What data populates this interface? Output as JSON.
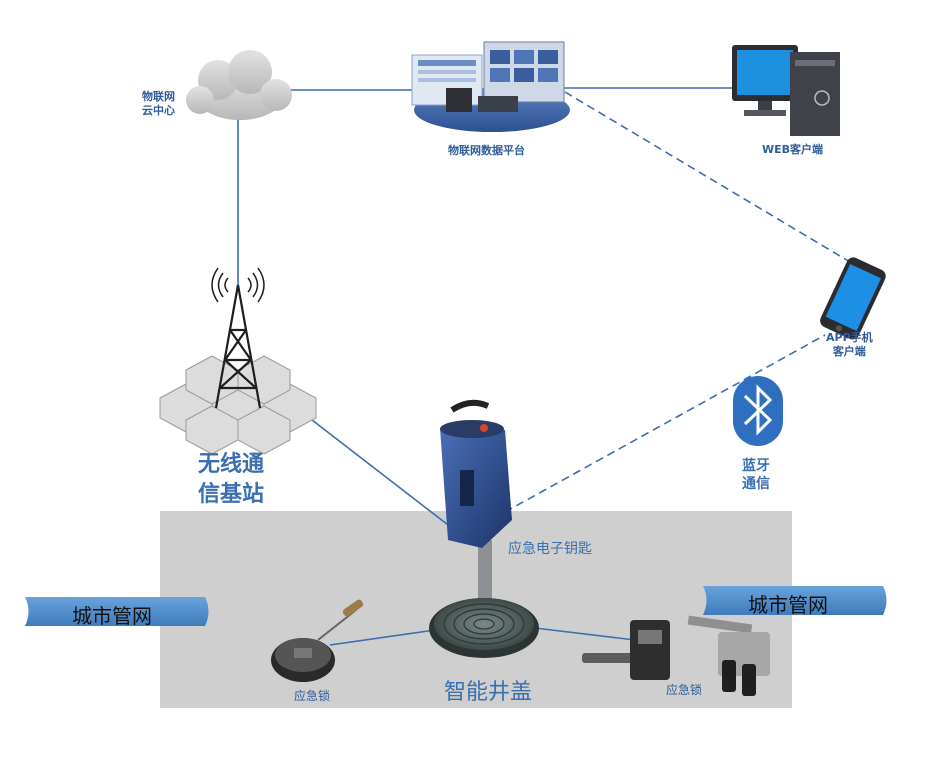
{
  "labels": {
    "iot_cloud_line1": "物联网",
    "iot_cloud_line2": "云中心",
    "iot_platform": "物联网数据平台",
    "web_client": "WEB客户端",
    "app_client_line1": "APP手机",
    "app_client_line2": "客户端",
    "base_station_line1": "无线通",
    "base_station_line2": "信基站",
    "bluetooth_line1": "蓝牙",
    "bluetooth_line2": "通信",
    "emergency_key": "应急电子钥匙",
    "city_network_left": "城市管网",
    "city_network_right": "城市管网",
    "emergency_lock_left": "应急锁",
    "emergency_lock_right": "应急锁",
    "smart_cover": "智能井盖"
  },
  "colors": {
    "link_line": "#3a6fb0",
    "ground_panel": "#cfcfcf",
    "banner": "#4f8ecf",
    "label_text": "#2f5d9a"
  }
}
